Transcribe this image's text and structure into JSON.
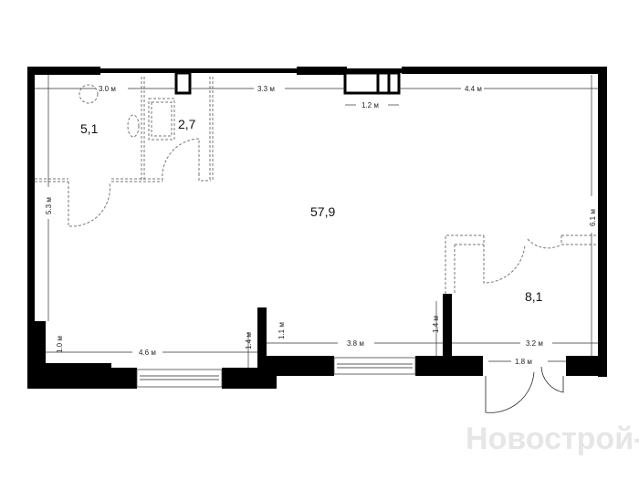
{
  "plan": {
    "rooms": [
      {
        "id": "bathroom",
        "area": "5,1"
      },
      {
        "id": "toilet",
        "area": "2,7"
      },
      {
        "id": "main-hall",
        "area": "57,9"
      },
      {
        "id": "entrance-room",
        "area": "8,1"
      }
    ],
    "dimensions": {
      "top_left": "3.0 м",
      "top_middle": "3.3 м",
      "top_shaft": "1.2 м",
      "top_right": "4.4 м",
      "left_height": "5.3 м",
      "right_height": "6.1 м",
      "bottom_left_small": "1.0 м",
      "bottom_left_width": "4.6 м",
      "bottom_left_step": "1.4 м",
      "bottom_mid_step": "1.1 м",
      "bottom_mid_width": "3.8 м",
      "bottom_right_step": "1.4 м",
      "bottom_right_width": "3.2 м",
      "entrance_door": "1.8 м"
    },
    "watermark": "Новострой-М"
  }
}
